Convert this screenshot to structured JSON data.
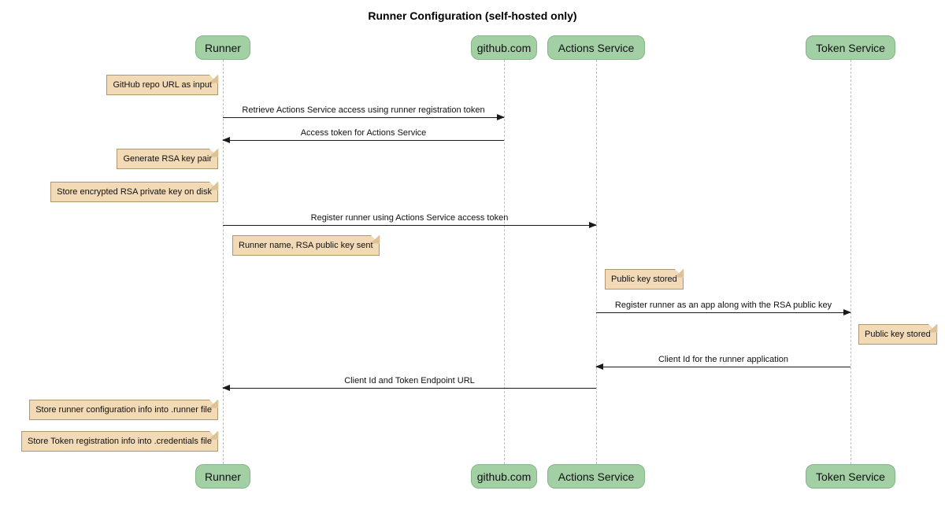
{
  "title": "Runner Configuration (self-hosted only)",
  "participants": [
    {
      "name": "Runner"
    },
    {
      "name": "github.com"
    },
    {
      "name": "Actions Service"
    },
    {
      "name": "Token Service"
    }
  ],
  "messages": [
    {
      "text": "Retrieve Actions Service access using runner registration token",
      "from": "Runner",
      "to": "github.com"
    },
    {
      "text": "Access token for Actions Service",
      "from": "github.com",
      "to": "Runner"
    },
    {
      "text": "Register runner using Actions Service access token",
      "from": "Runner",
      "to": "Actions Service"
    },
    {
      "text": "Register runner as an app along with the RSA public key",
      "from": "Actions Service",
      "to": "Token Service"
    },
    {
      "text": "Client Id for the runner application",
      "from": "Token Service",
      "to": "Actions Service"
    },
    {
      "text": "Client Id and Token Endpoint URL",
      "from": "Actions Service",
      "to": "Runner"
    }
  ],
  "notes": [
    {
      "text": "GitHub repo URL as input",
      "position": "left of Runner"
    },
    {
      "text": "Generate RSA key pair",
      "position": "left of Runner"
    },
    {
      "text": "Store encrypted RSA private key on disk",
      "position": "left of Runner"
    },
    {
      "text": "Runner name, RSA public key sent",
      "position": "right of Runner"
    },
    {
      "text": "Public key stored",
      "position": "right of Actions Service"
    },
    {
      "text": "Public key stored",
      "position": "right of Token Service"
    },
    {
      "text": "Store runner configuration info into .runner file",
      "position": "left of Runner"
    },
    {
      "text": "Store Token registration info into .credentials file",
      "position": "left of Runner"
    }
  ],
  "colors": {
    "actor_fill": "#a2cfa4",
    "actor_border": "#84b586",
    "note_fill": "#f2dab6",
    "note_border": "#b29670",
    "message_line": "#1a1a1a",
    "lifeline": "#bdbdbd",
    "background": "#ffffff"
  }
}
